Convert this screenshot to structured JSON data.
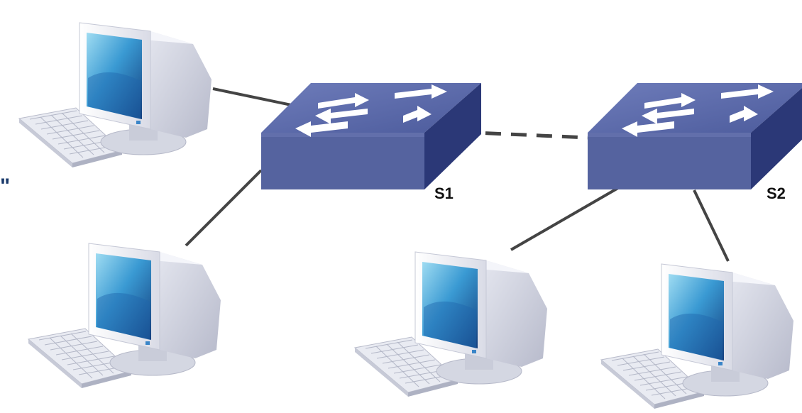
{
  "diagram": {
    "switches": [
      {
        "id": "s1",
        "label": "S1"
      },
      {
        "id": "s2",
        "label": "S2"
      }
    ],
    "computers": [
      {
        "id": "pc1",
        "connected_to": "s1"
      },
      {
        "id": "pc2",
        "connected_to": "s1"
      },
      {
        "id": "pc3",
        "connected_to": "s2"
      },
      {
        "id": "pc4",
        "connected_to": "s2"
      }
    ],
    "links": [
      {
        "from": "pc1",
        "to": "s1",
        "style": "solid"
      },
      {
        "from": "pc2",
        "to": "s1",
        "style": "solid"
      },
      {
        "from": "s1",
        "to": "s2",
        "style": "dashed"
      },
      {
        "from": "pc3",
        "to": "s2",
        "style": "solid"
      },
      {
        "from": "pc4",
        "to": "s2",
        "style": "solid"
      }
    ],
    "edge_mark": "\"",
    "colors": {
      "switch_top": "#5b6aa8",
      "switch_front": "#4f5f9f",
      "switch_side": "#2b3877",
      "link": "#444444",
      "monitor_body": "#eef0f6",
      "screen": "#2a7dc0"
    }
  }
}
